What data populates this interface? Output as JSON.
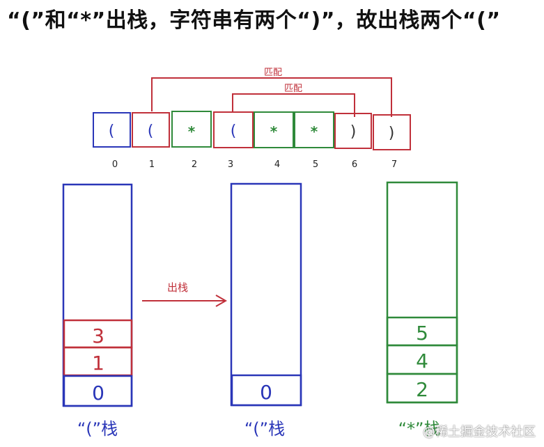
{
  "title": "“(”和“*”出栈，字符串有两个“)”，故出栈两个“(”",
  "array": {
    "cells": [
      {
        "char": "(",
        "color": "#2a36b8",
        "fill": "#2a36b8"
      },
      {
        "char": "(",
        "color": "#c0303a",
        "fill": "#c0303a"
      },
      {
        "char": "*",
        "color": "#2f8a3a",
        "fill": "#2f8a3a"
      },
      {
        "char": "(",
        "color": "#c0303a",
        "fill": "#2a36b8"
      },
      {
        "char": "*",
        "color": "#2f8a3a",
        "fill": "#2f8a3a"
      },
      {
        "char": "*",
        "color": "#2f8a3a",
        "fill": "#2f8a3a"
      },
      {
        "char": ")",
        "color": "#c0303a",
        "fill": "#333333"
      },
      {
        "char": ")",
        "color": "#c0303a",
        "fill": "#333333"
      }
    ],
    "indices": [
      "0",
      "1",
      "2",
      "3",
      "4",
      "5",
      "6",
      "7"
    ]
  },
  "matches": {
    "outer_label": "匹配",
    "inner_label": "匹配"
  },
  "stacks": {
    "left": {
      "items": [
        "3",
        "1",
        "0"
      ],
      "label": "“(”栈"
    },
    "middle": {
      "items": [
        "0"
      ],
      "label": "“(”栈"
    },
    "right": {
      "items": [
        "5",
        "4",
        "2"
      ],
      "label": "“*”栈"
    }
  },
  "arrow_label": "出栈",
  "watermark": "@稀土掘金技术社区",
  "colors": {
    "blue": "#2a36b8",
    "red": "#c0303a",
    "green": "#2f8a3a"
  }
}
